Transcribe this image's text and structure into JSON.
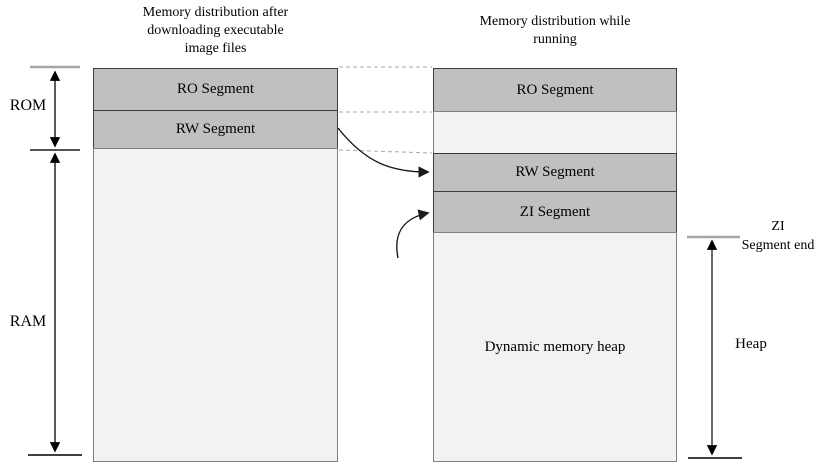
{
  "left_column": {
    "title_line1": "Memory distribution after",
    "title_line2": "downloading executable",
    "title_line3": "image files",
    "ro_label": "RO Segment",
    "rw_label": "RW Segment"
  },
  "right_column": {
    "title_line1": "Memory distribution while",
    "title_line2": "running",
    "ro_label": "RO Segment",
    "rw_label": "RW Segment",
    "zi_label": "ZI Segment",
    "heap_label": "Dynamic memory heap"
  },
  "annotations": {
    "rom": "ROM",
    "ram": "RAM",
    "zi_end_line1": "ZI",
    "zi_end_line2": "Segment end",
    "heap": "Heap"
  },
  "colors": {
    "segment_fill": "#c0c0c0",
    "free_fill": "#f2f2f2",
    "segment_border": "#3d3d3d",
    "free_border": "#808080",
    "dashed_line": "#a8a8a8",
    "gray_tick": "#a6a6a6",
    "arrow": "#000000"
  }
}
